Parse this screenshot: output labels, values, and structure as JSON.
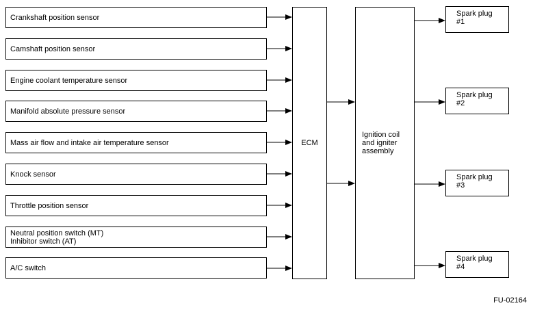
{
  "sensors": [
    "Crankshaft position sensor",
    "Camshaft position sensor",
    "Engine coolant temperature sensor",
    "Manifold absolute pressure sensor",
    "Mass air flow and intake air temperature sensor",
    "Knock sensor",
    "Throttle position sensor",
    "Neutral position switch (MT)\nInhibitor switch (AT)",
    "A/C switch"
  ],
  "ecm_label": "ECM",
  "coil_label": "Ignition coil\nand igniter\nassembly",
  "spark_plugs": [
    "Spark plug\n#1",
    "Spark plug\n#2",
    "Spark plug\n#3",
    "Spark plug\n#4"
  ],
  "figure_code": "FU-02164"
}
